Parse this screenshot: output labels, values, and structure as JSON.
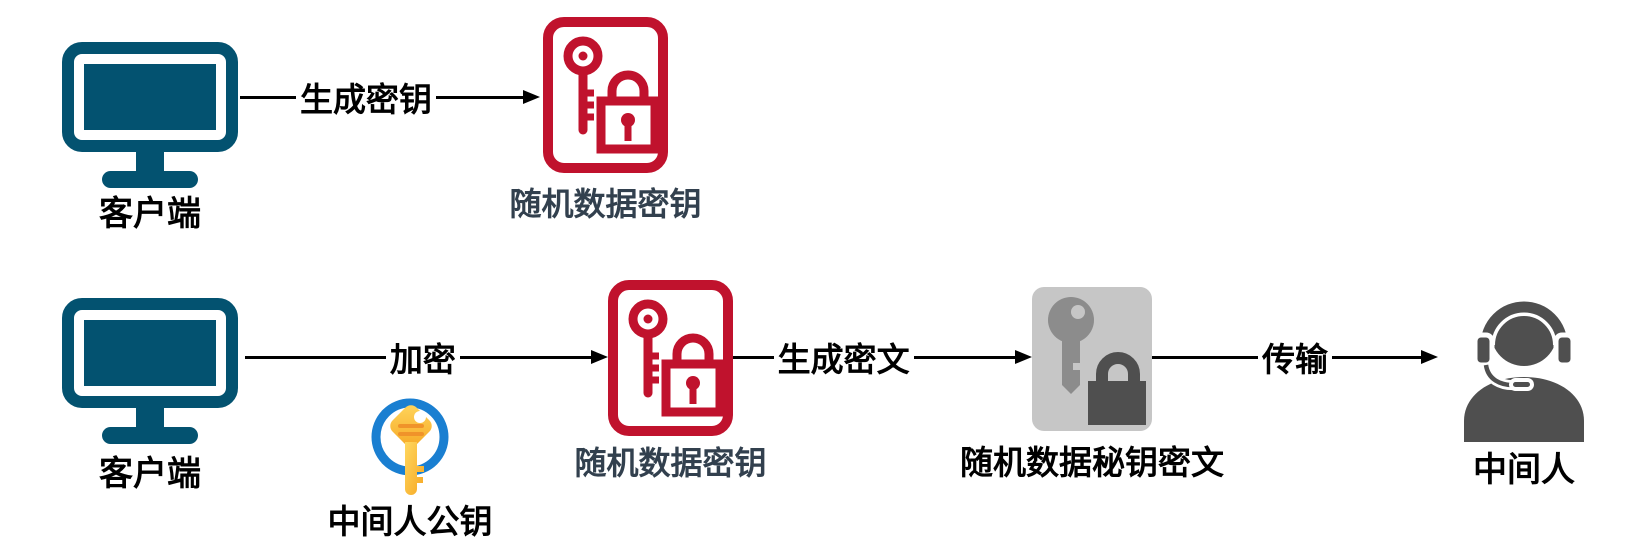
{
  "colors": {
    "teal": "#035270",
    "red": "#c0122d",
    "slate": "#32404e",
    "blue": "#1a7fd1",
    "gold_a": "#ffd75e",
    "gold_b": "#f6a723",
    "orange": "#f0932a",
    "dark": "#4f4f4f",
    "gray_bg": "#c6c6c6",
    "gray_key": "#8c8c8c"
  },
  "icons": {
    "client": "monitor-icon",
    "random_key": "key-lock-red-card-icon",
    "public_key": "gold-key-blue-circle-icon",
    "ciphertext": "key-lock-gray-icon",
    "mitm": "person-headset-icon",
    "edge_end": "arrowhead-icon"
  },
  "nodes": [
    {
      "id": "client-top",
      "label": "客户端",
      "icon": "monitor-icon"
    },
    {
      "id": "random-data-key-top",
      "label": "随机数据密钥",
      "icon": "key-lock-red-card-icon"
    },
    {
      "id": "client-bottom",
      "label": "客户端",
      "icon": "monitor-icon"
    },
    {
      "id": "mitm-public-key",
      "label": "中间人公钥",
      "icon": "gold-key-blue-circle-icon"
    },
    {
      "id": "random-data-key-bottom",
      "label": "随机数据密钥",
      "icon": "key-lock-red-card-icon"
    },
    {
      "id": "random-data-key-ciphertext",
      "label": "随机数据秘钥密文",
      "icon": "key-lock-gray-icon"
    },
    {
      "id": "man-in-the-middle",
      "label": "中间人",
      "icon": "person-headset-icon"
    }
  ],
  "edges": [
    {
      "from": "client-top",
      "to": "random-data-key-top",
      "label": "生成密钥"
    },
    {
      "from": "client-bottom",
      "to": "random-data-key-bottom",
      "label": "加密"
    },
    {
      "from": "random-data-key-bottom",
      "to": "random-data-key-ciphertext",
      "label": "生成密文"
    },
    {
      "from": "random-data-key-ciphertext",
      "to": "man-in-the-middle",
      "label": "传输"
    }
  ]
}
